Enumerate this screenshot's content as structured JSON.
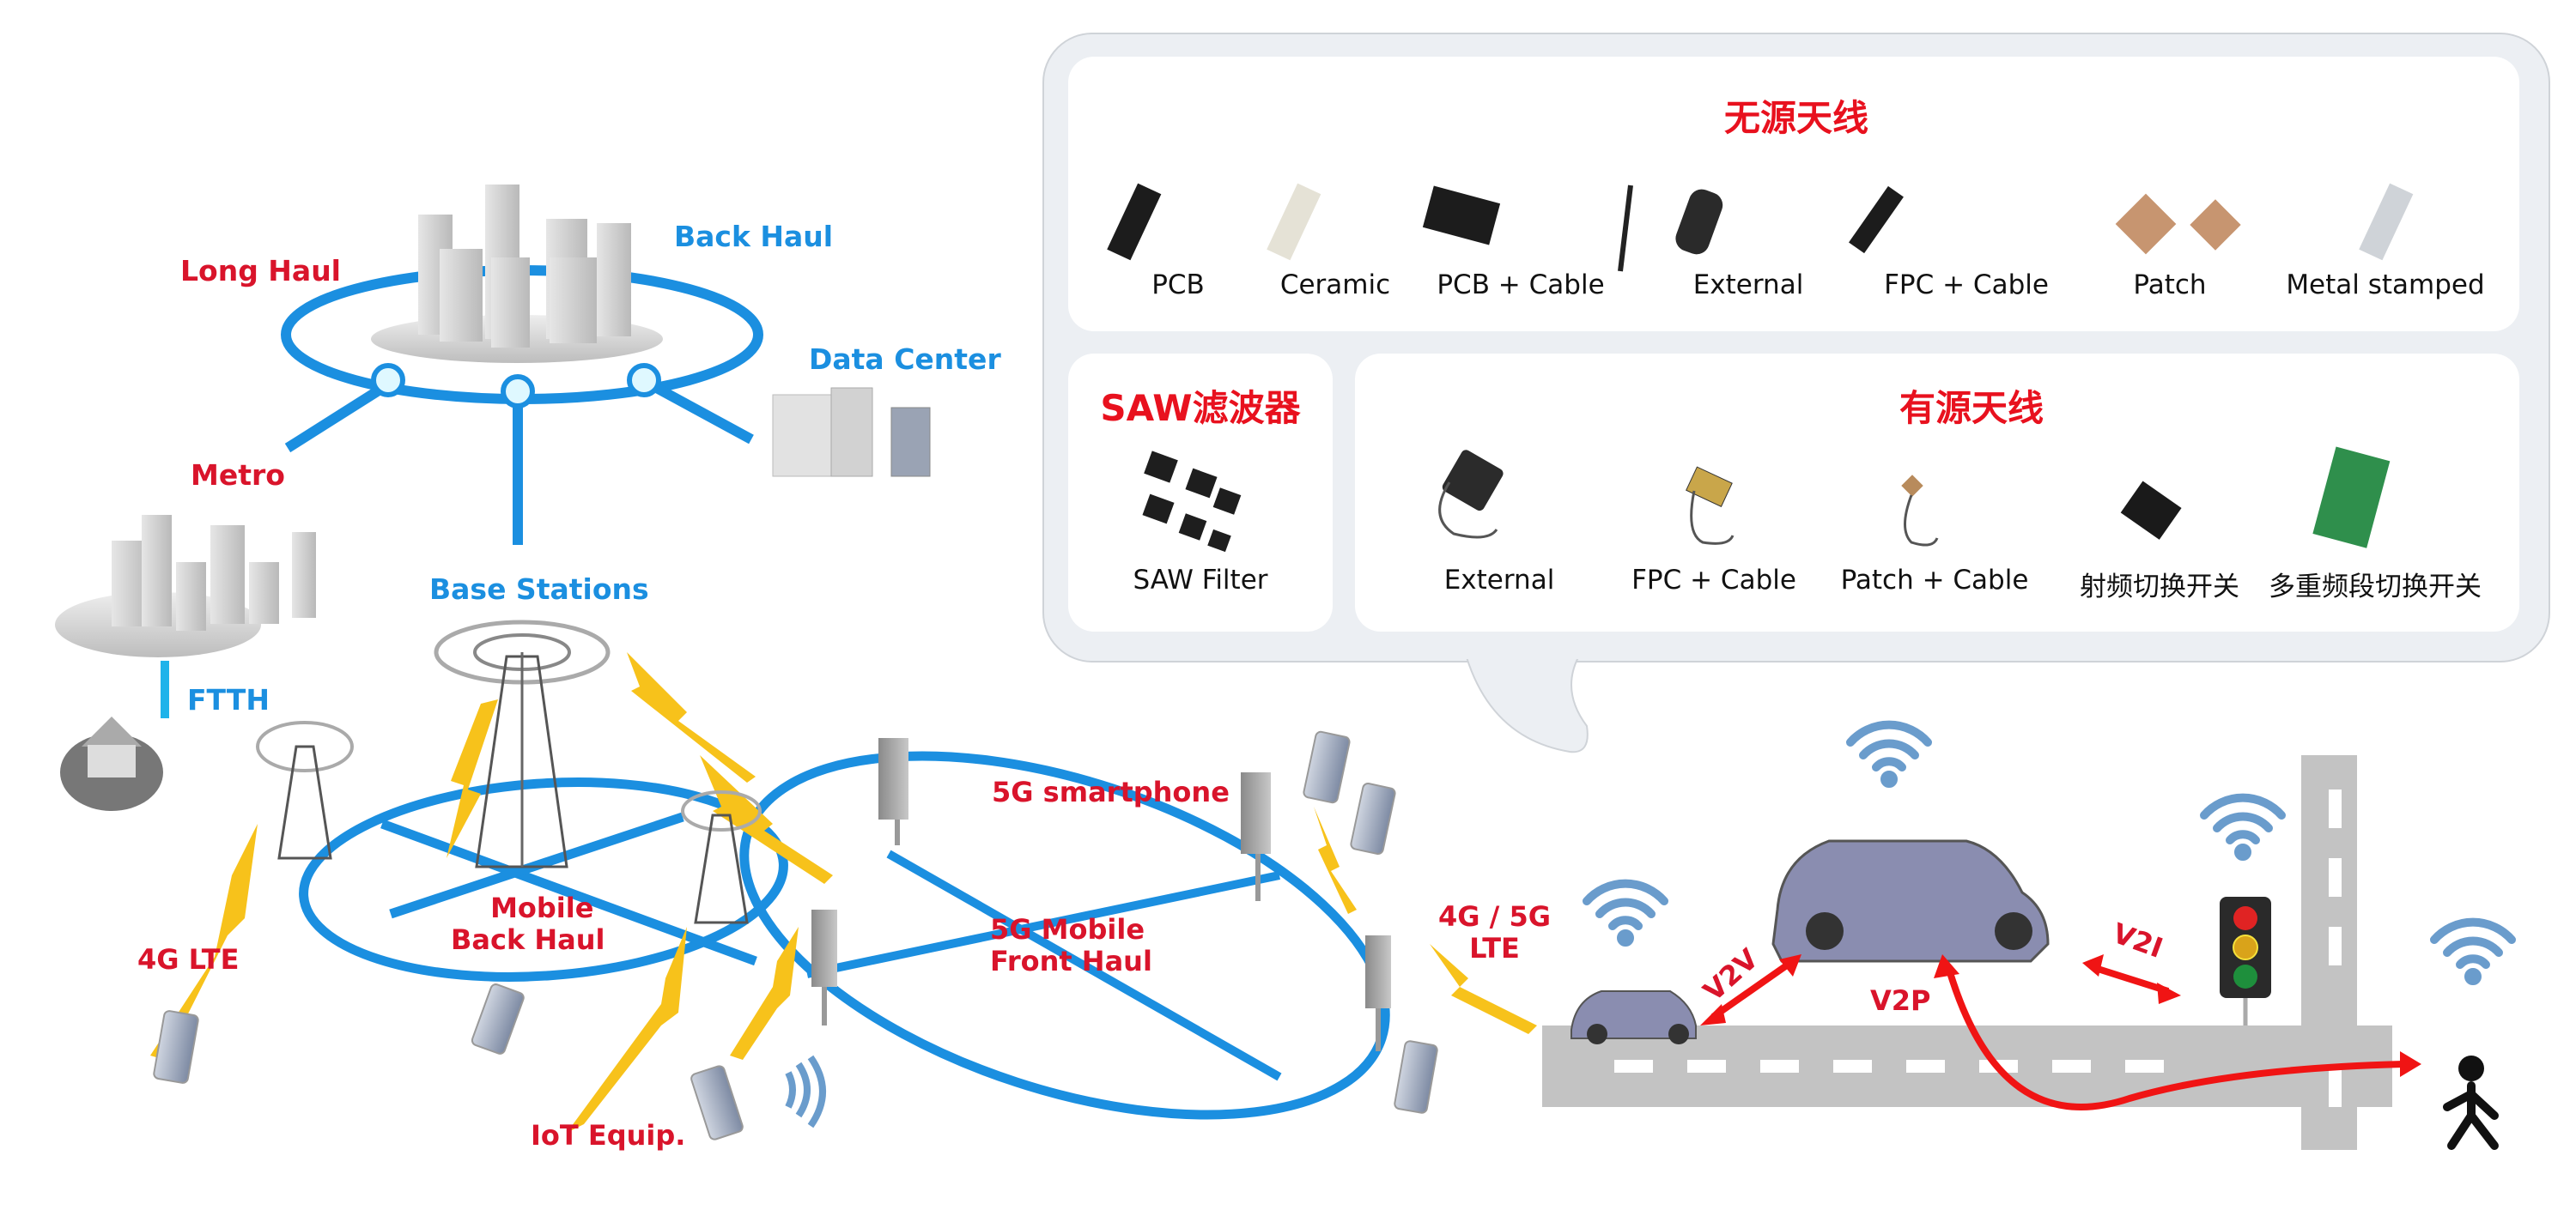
{
  "network": {
    "labels": {
      "long_haul": "Long Haul",
      "back_haul": "Back Haul",
      "data_center": "Data Center",
      "metro": "Metro",
      "base_stations": "Base Stations",
      "ftth": "FTTH",
      "mobile_back_haul": [
        "Mobile",
        "Back Haul"
      ],
      "five_g_mobile_front_haul": [
        "5G Mobile",
        "Front Haul"
      ],
      "five_g_smartphone": "5G smartphone",
      "four_g_lte": "4G LTE",
      "four_five_g_lte": [
        "4G / 5G",
        "LTE"
      ],
      "iot_equip": "IoT Equip."
    }
  },
  "v2x": {
    "labels": {
      "v2v": "V2V",
      "v2i": "V2I",
      "v2p": "V2P"
    }
  },
  "products": {
    "passive": {
      "title": "无源天线",
      "items": [
        "PCB",
        "Ceramic",
        "PCB + Cable",
        "External",
        "FPC + Cable",
        "Patch",
        "Metal stamped"
      ]
    },
    "saw": {
      "title": "SAW滤波器",
      "items": [
        "SAW Filter"
      ]
    },
    "active": {
      "title": "有源天线",
      "items": [
        "External",
        "FPC + Cable",
        "Patch + Cable",
        "射频切换开关",
        "多重频段切换开关"
      ]
    }
  },
  "colors": {
    "accent_red": "#e8111e",
    "label_red": "#d9142b",
    "network_blue": "#1b8fe0",
    "lightning_yellow": "#f7c21b",
    "wifi_blue": "#6a9ccc",
    "bubble_bg": "#eceff3"
  }
}
